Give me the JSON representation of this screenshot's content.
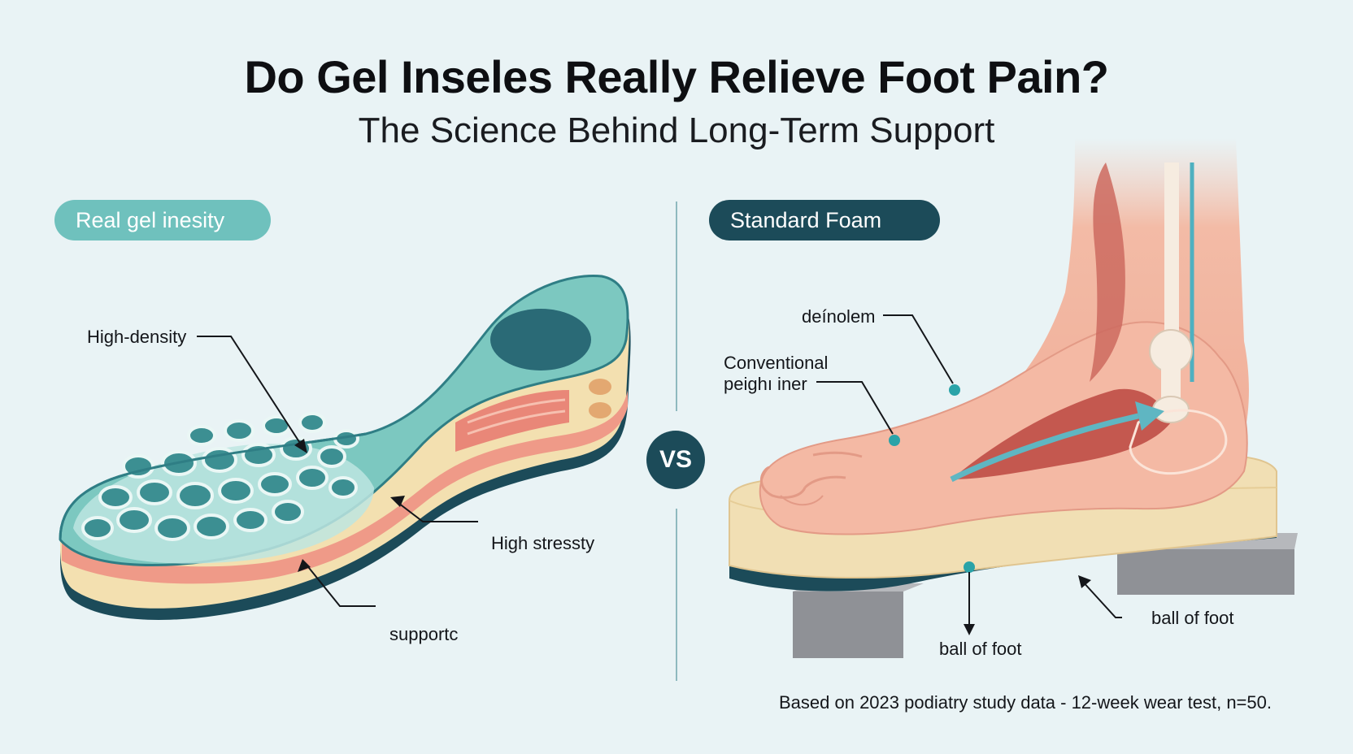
{
  "title": "Do Gel Inseles Really Relieve Foot Pain?",
  "subtitle": "The Science Behind Long-Term Support",
  "left_panel": {
    "pill": "Real gel inesity",
    "labels": {
      "high_density": "High-density",
      "high_stress": "High stressty",
      "support": "supportc"
    }
  },
  "vs_label": "VS",
  "right_panel": {
    "pill": "Standard Foam",
    "labels": {
      "deinolem": "deínolem",
      "conventional_line1": "Conventional",
      "conventional_line2": "peighı iner",
      "ball_of_foot_1": "ball of foot",
      "ball_of_foot_2": "ball of foot"
    }
  },
  "footnote": "Based on 2023 podiatry study data - 12-week wear test, n=50.",
  "colors": {
    "background": "#e9f3f5",
    "gel_teal": "#6fc1bd",
    "dark_teal": "#1c4b59",
    "foam_beige": "#f1dfb4",
    "skin": "#f4b9a4",
    "muscle_red": "#cc6a5f"
  }
}
